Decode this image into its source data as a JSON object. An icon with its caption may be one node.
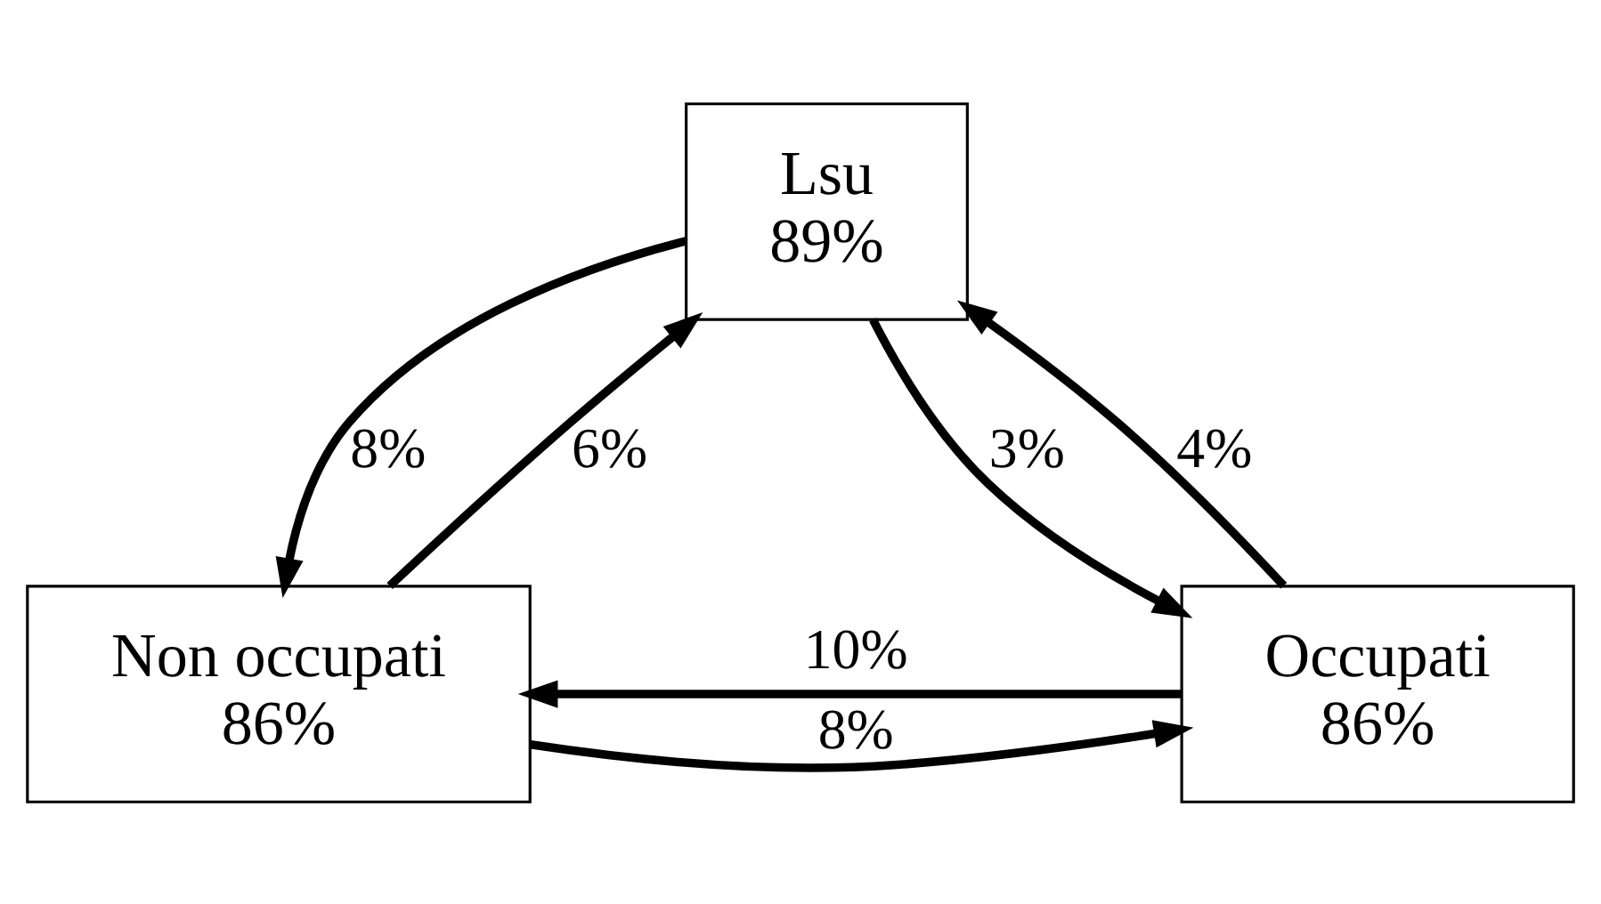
{
  "diagram": {
    "nodes": [
      {
        "text": [
          "Lsu",
          "89%"
        ]
      },
      {
        "text": [
          "Non occupati",
          "86%"
        ]
      },
      {
        "text": [
          "Occupati",
          "86%"
        ]
      }
    ],
    "edges": [
      {
        "from": 1,
        "to": 0,
        "arrow": "to",
        "label": "6%"
      },
      {
        "from": 2,
        "to": 0,
        "arrow": "to",
        "label": "4%"
      },
      {
        "from": 0,
        "to": 1,
        "arrow": "to",
        "label": "8%"
      },
      {
        "from": 0,
        "to": 2,
        "arrow": "to",
        "label": "3%"
      },
      {
        "from": 1,
        "to": 2,
        "arrow": "to",
        "label": "8%"
      },
      {
        "from": 2,
        "to": 1,
        "arrow": "to",
        "label": "10%"
      }
    ]
  }
}
